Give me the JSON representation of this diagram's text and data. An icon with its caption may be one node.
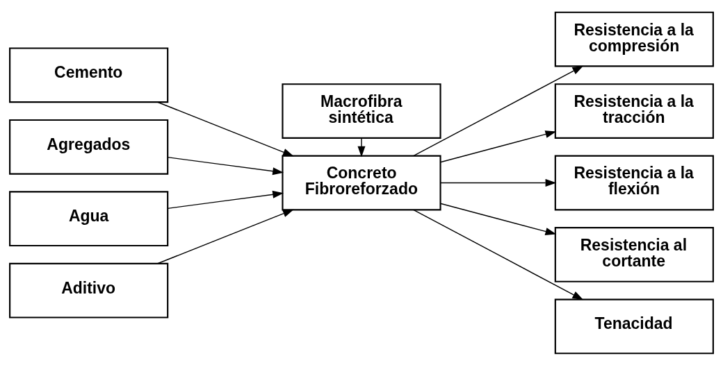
{
  "diagram": {
    "nodes": [
      {
        "text": [
          "Cemento"
        ]
      },
      {
        "text": [
          "Agregados"
        ]
      },
      {
        "text": [
          "Agua"
        ]
      },
      {
        "text": [
          "Aditivo"
        ]
      },
      {
        "text": [
          "Macrofibra sintética"
        ]
      },
      {
        "text": [
          "Concreto Fibroreforzado"
        ]
      },
      {
        "text": [
          "Resistencia a la compresión"
        ]
      },
      {
        "text": [
          "Resistencia a la tracción"
        ]
      },
      {
        "text": [
          "Resistencia a la flexión"
        ]
      },
      {
        "text": [
          "Resistencia al cortante"
        ]
      },
      {
        "text": [
          "Tenacidad"
        ]
      }
    ],
    "edges": [
      {
        "from": 0,
        "to": 5,
        "arrow": "to"
      },
      {
        "from": 1,
        "to": 5,
        "arrow": "to"
      },
      {
        "from": 2,
        "to": 5,
        "arrow": "to"
      },
      {
        "from": 3,
        "to": 5,
        "arrow": "to"
      },
      {
        "from": 4,
        "to": 5,
        "arrow": "to"
      },
      {
        "from": 5,
        "to": 6,
        "arrow": "to"
      },
      {
        "from": 5,
        "to": 7,
        "arrow": "to"
      },
      {
        "from": 5,
        "to": 8,
        "arrow": "to"
      },
      {
        "from": 5,
        "to": 9,
        "arrow": "to"
      },
      {
        "from": 5,
        "to": 10,
        "arrow": "to"
      }
    ]
  }
}
